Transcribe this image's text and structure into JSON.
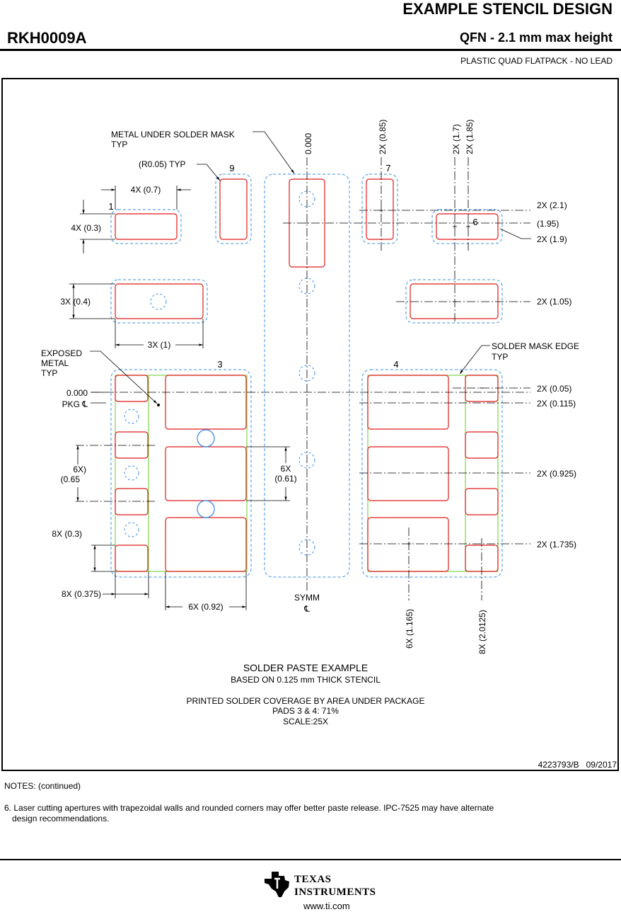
{
  "header": {
    "title": "EXAMPLE STENCIL DESIGN",
    "part_number": "RKH0009A",
    "package_type": "QFN - 2.1 mm max height",
    "package_desc": "PLASTIC QUAD FLATPACK - NO LEAD"
  },
  "drawing": {
    "callouts": {
      "metal_under_mask_1": "METAL UNDER SOLDER MASK",
      "metal_under_mask_2": "TYP",
      "radius": "(R0.05) TYP",
      "exposed_1": "EXPOSED",
      "exposed_2": "METAL",
      "exposed_3": "TYP",
      "mask_edge_1": "SOLDER MASK EDGE",
      "mask_edge_2": "TYP",
      "pkg_zero": "0.000",
      "pkg_cl": "PKG ℄",
      "symm": "SYMM",
      "symm_cl": "℄"
    },
    "pad_numbers": {
      "p1": "1",
      "p3": "3",
      "p4": "4",
      "p6": "6",
      "p7": "7",
      "p9": "9"
    },
    "top_dims": {
      "zero": "0.000",
      "d085": "2X (0.85)",
      "d17": "2X (1.7)",
      "d185": "2X (1.85)"
    },
    "left_dims": {
      "w07": "4X (0.7)",
      "h03": "4X (0.3)",
      "h04": "3X (0.4)",
      "w1": "3X (1)",
      "p065_1": "6X)",
      "p065_2": "(0.65",
      "w03": "8X (0.3)",
      "w0375": "8X (0.375)",
      "w092": "6X (0.92)",
      "p061_1": "6X",
      "p061_2": "(0.61)"
    },
    "right_dims": {
      "d21": "2X (2.1)",
      "d195": "(1.95)",
      "d19": "2X (1.9)",
      "d105": "2X (1.05)",
      "d005": "2X (0.05)",
      "d0115": "2X (0.115)",
      "d0925": "2X (0.925)",
      "d1735": "2X (1.735)"
    },
    "bottom_dims": {
      "d1165": "6X (1.165)",
      "d20125": "8X (2.0125)"
    },
    "caption": {
      "title": "SOLDER PASTE EXAMPLE",
      "line1": "BASED ON 0.125 mm THICK STENCIL",
      "line2": "PRINTED SOLDER COVERAGE BY AREA UNDER PACKAGE",
      "line3": "PADS 3 & 4: 71%",
      "line4": "SCALE:25X"
    },
    "doc_ref": "4223793/B   09/2017"
  },
  "notes": {
    "heading": "NOTES: (continued)",
    "note6_line1": "6. Laser cutting apertures with trapezoidal walls and rounded corners may offer better paste release. IPC-7525 may have alternate",
    "note6_line2": "design recommendations."
  },
  "footer": {
    "logo_line1": "TEXAS",
    "logo_line2": "INSTRUMENTS",
    "url": "www.ti.com"
  },
  "colors": {
    "paste": "#e01b1b",
    "mask": "#3a8fe8",
    "metal": "#7fd44a",
    "line": "#000000"
  }
}
